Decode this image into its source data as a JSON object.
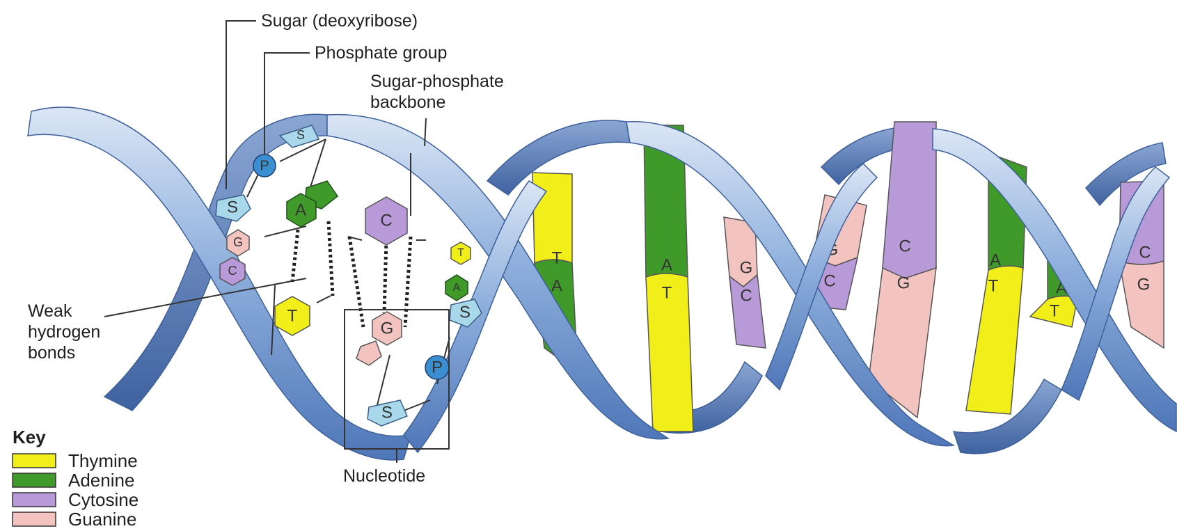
{
  "labels": {
    "sugar": "Sugar (deoxyribose)",
    "phosphate": "Phosphate group",
    "backbone_line1": "Sugar-phosphate",
    "backbone_line2": "backbone",
    "weak_line1": "Weak",
    "weak_line2": "hydrogen",
    "weak_line3": "bonds",
    "nucleotide": "Nucleotide"
  },
  "backbone_symbols": {
    "sugar": "S",
    "phosphate": "P"
  },
  "bases": {
    "adenine": "A",
    "thymine": "T",
    "cytosine": "C",
    "guanine": "G"
  },
  "key": {
    "title": "Key",
    "items": [
      {
        "name": "Thymine",
        "color": "#f2ee1a"
      },
      {
        "name": "Adenine",
        "color": "#3f9a2a"
      },
      {
        "name": "Cytosine",
        "color": "#b89ad8"
      },
      {
        "name": "Guanine",
        "color": "#f3c3c0"
      }
    ]
  },
  "colors": {
    "ribbon": "#7f9fd0",
    "ribbon_dark": "#3d5f9a",
    "sugar_fill": "#a8d8ea",
    "phosphate_fill": "#3b8fd0"
  }
}
